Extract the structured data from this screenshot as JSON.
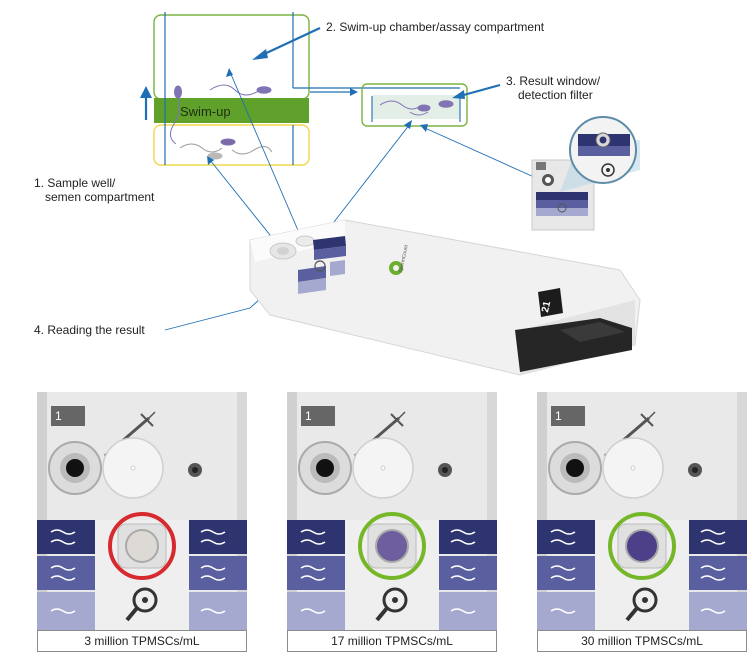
{
  "labels": {
    "swim_up_chamber": "2. Swim-up chamber/assay compartment",
    "result_window": [
      "3. Result window/",
      "detection filter"
    ],
    "sample_well": [
      "1. Sample well/",
      "semen compartment"
    ],
    "reading_result": "4. Reading the result",
    "swim_up": "Swim-up"
  },
  "device": {
    "brand": "SpermCount",
    "id": "21"
  },
  "panels": [
    {
      "number": "1",
      "caption": "3 million TPMSCs/mL",
      "ring_color": "#d62a2f",
      "window_color": "#ddd9d4"
    },
    {
      "number": "1",
      "caption": "17 million TPMSCs/mL",
      "ring_color": "#76b72a",
      "window_color": "#6d5ea0"
    },
    {
      "number": "1",
      "caption": "30 million TPMSCs/mL",
      "ring_color": "#76b72a",
      "window_color": "#4d3f88"
    }
  ],
  "colors": {
    "arrow": "#1f6fb5",
    "swim_up_band": "#5fa12a",
    "green_frame": "#7cb342",
    "yellow_frame": "#f0d84a",
    "navy": "#2e3470",
    "mid_blue": "#5a5f9f",
    "light_blue": "#a6a9cf"
  }
}
